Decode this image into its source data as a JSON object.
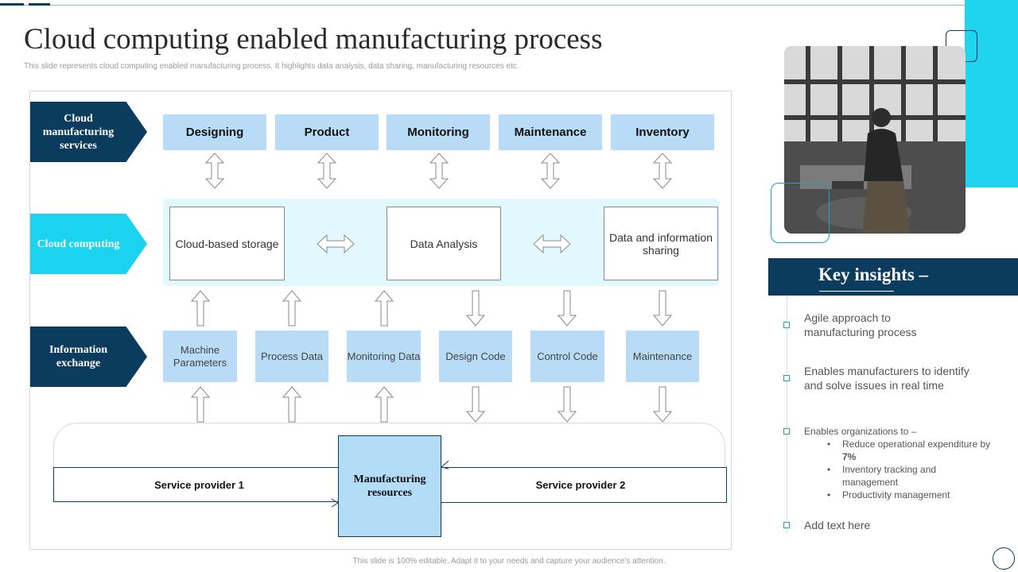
{
  "slide": {
    "title": "Cloud computing enabled manufacturing process",
    "subtitle": "This slide represents cloud computing enabled manufacturing process. It highlights data analysis, data sharing, manufacturing resources etc.",
    "footer": "This slide is 100% editable. Adapt it to your needs and capture your audience’s attention."
  },
  "diagram": {
    "row_labels": [
      "Cloud manufacturing services",
      "Cloud computing",
      "Information exchange"
    ],
    "services": [
      "Designing",
      "Product",
      "Monitoring",
      "Maintenance",
      "Inventory"
    ],
    "cloud_items": [
      "Cloud-based storage",
      "Data Analysis",
      "Data and information sharing"
    ],
    "info_items": [
      "Machine Parameters",
      "Process Data",
      "Monitoring Data",
      "Design Code",
      "Control Code",
      "Maintenance"
    ],
    "service_provider_1": "Service provider 1",
    "service_provider_2": "Service provider 2",
    "manufacturing_resources": "Manufacturing resources"
  },
  "insights": {
    "title": "Key insights –",
    "items": [
      "Agile approach to manufacturing process",
      "Enables manufacturers to identify and solve issues in real time",
      "Enables organizations to –",
      "Add text here"
    ],
    "sub_items": [
      "Reduce operational expenditure by",
      "Inventory tracking and management",
      "Productivity management"
    ],
    "sub_value": "7%"
  },
  "colors": {
    "navy": "#0b3c5d",
    "cyan": "#1bd3ee",
    "light_blue": "#b8dcf5"
  }
}
